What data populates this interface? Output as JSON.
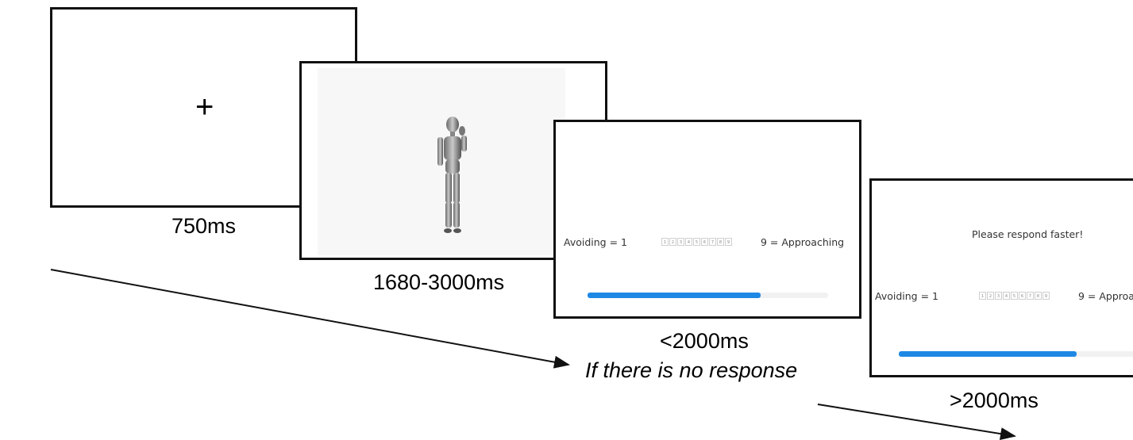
{
  "frames": [
    {
      "label": "750ms",
      "content": "+"
    },
    {
      "label": "1680-3000ms"
    },
    {
      "label": "<2000ms",
      "scale": {
        "left": "Avoiding = 1",
        "right": "9 = Approaching",
        "options": [
          "1",
          "2",
          "3",
          "4",
          "5",
          "6",
          "7",
          "8",
          "9"
        ]
      },
      "progress": 0.72
    },
    {
      "label": ">2000ms",
      "warning": "Please respond faster!",
      "scale": {
        "left": "Avoiding = 1",
        "right": "9 = Approa",
        "options": [
          "1",
          "2",
          "3",
          "4",
          "5",
          "6",
          "7",
          "8",
          "9"
        ]
      },
      "progress": 0.72
    }
  ],
  "note": "If there is no response",
  "colors": {
    "frame_border": "#111111",
    "progress_fill": "#1e88e5",
    "progress_track": "#f1f1f1"
  }
}
